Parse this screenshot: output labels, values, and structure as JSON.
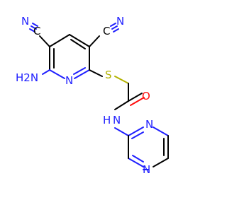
{
  "molecule": {
    "atoms": {
      "nitrile_left_c": "C",
      "nitrile_left_n": "N",
      "nitrile_right_c": "C",
      "nitrile_right_n": "N",
      "amino": "H2N",
      "pyridine_n": "N",
      "sulfur": "S",
      "carbonyl_o": "O",
      "amide_nh": "N",
      "amide_h": "H",
      "pyrimidine_n_top": "N",
      "pyrimidine_n_bottom": "N"
    },
    "colors": {
      "carbon": "#000000",
      "nitrogen": "#1f1fff",
      "oxygen": "#ff0d0d",
      "sulfur": "#b2b200"
    }
  }
}
